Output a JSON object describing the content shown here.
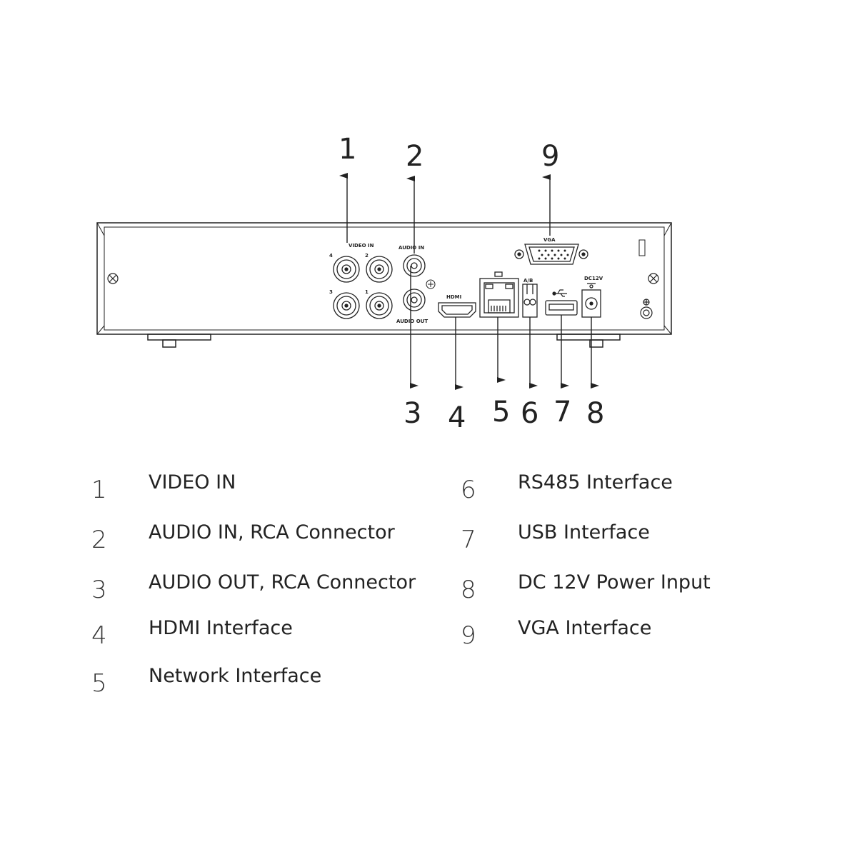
{
  "panel_labels": {
    "video_in": "VIDEO IN",
    "audio_in": "AUDIO IN",
    "audio_out": "AUDIO OUT",
    "vga": "VGA",
    "hdmi": "HDMI",
    "rs485": "A/B",
    "dc": "DC12V",
    "port_4": "4",
    "port_3": "3",
    "port_2": "2",
    "port_1": "1"
  },
  "callouts": [
    {
      "id": "1",
      "label": "1"
    },
    {
      "id": "2",
      "label": "2"
    },
    {
      "id": "3",
      "label": "3"
    },
    {
      "id": "4",
      "label": "4"
    },
    {
      "id": "5",
      "label": "5"
    },
    {
      "id": "6",
      "label": "6"
    },
    {
      "id": "7",
      "label": "7"
    },
    {
      "id": "8",
      "label": "8"
    },
    {
      "id": "9",
      "label": "9"
    }
  ],
  "legend": [
    {
      "number": "1",
      "label": "VIDEO IN"
    },
    {
      "number": "2",
      "label": "AUDIO IN, RCA Connector"
    },
    {
      "number": "3",
      "label": "AUDIO OUT, RCA Connector"
    },
    {
      "number": "4",
      "label": "HDMI Interface"
    },
    {
      "number": "5",
      "label": "Network Interface"
    },
    {
      "number": "6",
      "label": "RS485 Interface"
    },
    {
      "number": "7",
      "label": "USB Interface"
    },
    {
      "number": "8",
      "label": "DC 12V Power Input"
    },
    {
      "number": "9",
      "label": "VGA Interface"
    }
  ]
}
